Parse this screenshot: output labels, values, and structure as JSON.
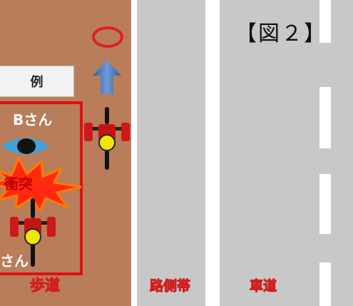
{
  "figure": {
    "label": "【図２】"
  },
  "legend": {
    "example_label": "例"
  },
  "people": {
    "b_label": "Bさん",
    "a_label": "さん"
  },
  "event": {
    "collision_label": "衝突"
  },
  "zones": {
    "sidewalk": "歩道",
    "shoulder": "路側帯",
    "roadway": "車道"
  },
  "colors": {
    "sidewalk": "#b97d5a",
    "lane": "#c8c8c8",
    "ok_circle": "#e02020",
    "arrow": "#4a7fc1",
    "frame": "#e01010"
  },
  "icons": [
    "circle-ok-icon",
    "up-arrow-icon",
    "bicycle-icon",
    "eye-icon",
    "collision-burst-icon"
  ]
}
